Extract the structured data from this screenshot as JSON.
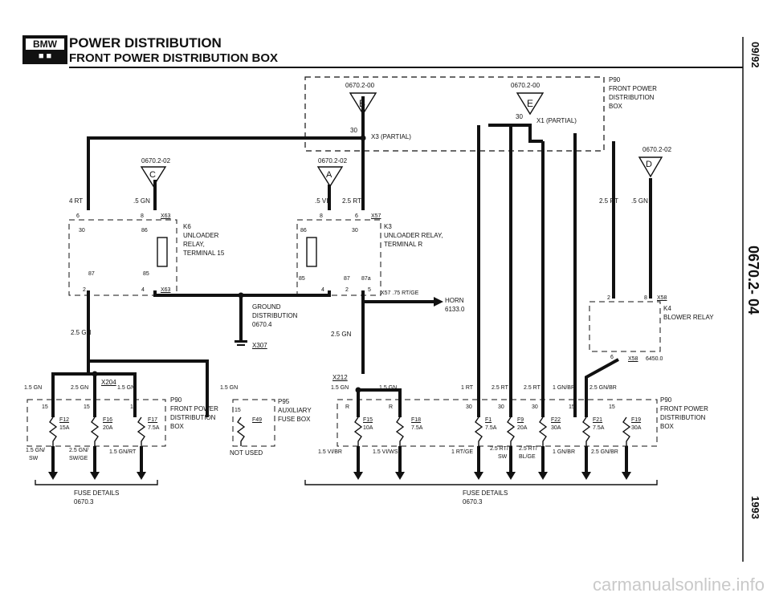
{
  "header": {
    "logo_text": "BMW",
    "title": "POWER DISTRIBUTION",
    "subtitle": "FRONT POWER DISTRIBUTION BOX"
  },
  "margin": {
    "date_code": "09/92",
    "page_code": "0670.2- 04",
    "year": "1993"
  },
  "top_box": {
    "ref_left": "0670.2-00",
    "ref_right": "0670.2-00",
    "letter_left": "B",
    "letter_right": "E",
    "code": "P90",
    "line1": "FRONT POWER",
    "line2": "DISTRIBUTION",
    "line3": "BOX",
    "x3_pin": "30",
    "x3_label": "X3  (PARTIAL)",
    "x1_pin": "30",
    "x1_label": "X1  (PARTIAL)"
  },
  "k6": {
    "ref": "0670.2-02",
    "letter": "C",
    "wire_left": "4 RT",
    "wire_right": ".5 GN",
    "pin_a": "6",
    "pin_b": "8",
    "connector": "X63",
    "pin_30": "30",
    "pin_86": "86",
    "pin_87": "87",
    "pin_85": "85",
    "code": "K6",
    "line1": "UNLOADER",
    "line2": "RELAY,",
    "line3": "TERMINAL 15",
    "bottom_left": "2",
    "bottom_right": "4"
  },
  "k3": {
    "ref": "0670.2-02",
    "letter": "A",
    "wire_left": ".5 VI",
    "wire_right": "2.5 RT",
    "pin_a": "8",
    "pin_b": "6",
    "connector": "X57",
    "pin_86": "86",
    "pin_30": "30",
    "pin_85": "85",
    "pin_87": "87",
    "pin_87a": "87a",
    "code": "K3",
    "line1": "UNLOADER RELAY,",
    "line2": "TERMINAL R",
    "bottom_a": "4",
    "bottom_b": "2",
    "bottom_c": "5",
    "horn_wire": "X57  .75 RT/GE",
    "horn": "HORN",
    "horn_code": "6133.0"
  },
  "ground": {
    "label": "GROUND",
    "line2": "DISTRIBUTION",
    "ref": "0670.4",
    "connector": "X307"
  },
  "wires": {
    "left_gn": "2.5 GN",
    "mid_gn": "2.5 GN",
    "x204": "X204",
    "x212": "X212"
  },
  "k4": {
    "ref": "0670.2-02",
    "letter": "D",
    "wire_left": "2.5 RT",
    "wire_right": ".5 GN",
    "pin_a": "2",
    "pin_b": "8",
    "connector": "X58",
    "code": "K4",
    "line1": "BLOWER RELAY",
    "pin_c": "6",
    "part_code": "6450.0"
  },
  "left_fuses": {
    "wire_a": "1.5 GN",
    "wire_b": "2.5 GN",
    "wire_c": "1.5 GN",
    "wire_d": "1.5 GN",
    "code": "P90",
    "line1": "FRONT POWER",
    "line2": "DISTRIBUTION",
    "line3": "BOX",
    "f12_pin": "15",
    "f16_pin": "15",
    "f17_pin": "15",
    "f12": "F12",
    "f12_amp": "15A",
    "f16": "F16",
    "f16_amp": "20A",
    "f17": "F17",
    "f17_amp": "7.5A",
    "out_a": "1.5 GN/",
    "out_a2": "SW",
    "out_b": "2.5 GN/",
    "out_b2": "SW/GE",
    "out_c": "1.5 GN/RT",
    "details": "FUSE DETAILS",
    "details_ref": "0670.3"
  },
  "aux": {
    "code": "P95",
    "line1": "AUXILIARY",
    "line2": "FUSE BOX",
    "pin": "15",
    "f49": "F49",
    "not_used": "NOT USED"
  },
  "right_fuses": {
    "wire_a": "1.5 GN",
    "wire_b": "1.5 GN",
    "wire_c": "1 RT",
    "wire_d": "2.5 RT",
    "wire_e": "2.5 RT",
    "wire_f": "1 GN/BR",
    "wire_g": "2.5 GN/BR",
    "code": "P90",
    "line1": "FRONT POWER",
    "line2": "DISTRIBUTION",
    "line3": "BOX",
    "f15_pin": "R",
    "f18_pin": "R",
    "f1_pin": "30",
    "f9_pin": "30",
    "f22_pin": "30",
    "f21_pin": "15",
    "f19_pin": "15",
    "f15": "F15",
    "f15_amp": "10A",
    "f18": "F18",
    "f18_amp": "7.5A",
    "f1": "F1",
    "f1_amp": "7.5A",
    "f9": "F9",
    "f9_amp": "20A",
    "f22": "F22",
    "f22_amp": "30A",
    "f21": "F21",
    "f21_amp": "7.5A",
    "f19": "F19",
    "f19_amp": "30A",
    "out_a": "1.5 VI/BR",
    "out_b": "1.5 VI/WS",
    "out_c": "1 RT/GE",
    "out_d": "2.5 RT/",
    "out_d2": "SW",
    "out_e": "2.5 RT/",
    "out_e2": "BL/GE",
    "out_f": "1 GN/BR",
    "out_g": "2.5 GN/BR",
    "details": "FUSE DETAILS",
    "details_ref": "0670.3"
  },
  "footer": {
    "watermark": "carmanualsonline.info"
  }
}
